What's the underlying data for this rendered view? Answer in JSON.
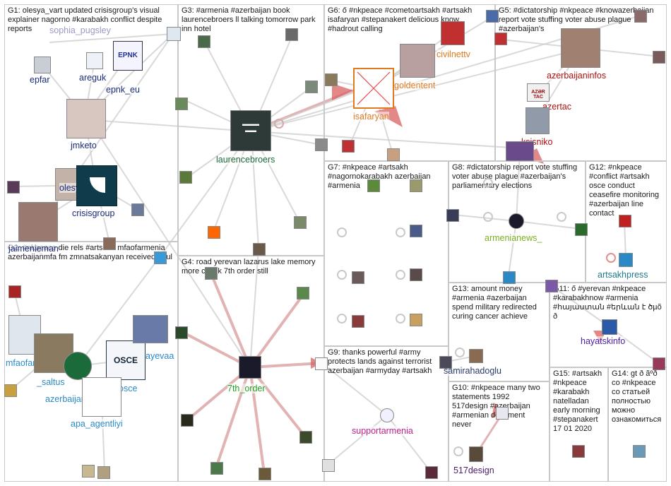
{
  "groups": [
    {
      "id": "G1",
      "text": "G1: olesya_vart updated crisisgroup's visual explainer nagorno #karabakh conflict despite reports"
    },
    {
      "id": "G3",
      "text": "G3: #armenia #azerbaijan book laurencebroers ll talking tomorrow park inn hotel"
    },
    {
      "id": "G6",
      "text": "G6: ő #nkpeace #cometoartsakh #artsakh isafaryan #stepanakert delicious know #hadrout calling"
    },
    {
      "id": "G5",
      "text": "G5: #dictatorship #nkpeace #knowazerbaijan report vote stuffing voter abuse plague #azerbaijan's"
    },
    {
      "id": "G7",
      "text": "G7: #nkpeace #artsakh #nagornokarabakh azerbaijan #armenia"
    },
    {
      "id": "G8",
      "text": "G8: #dictatorship report vote stuffing voter abuse plague #azerbaijan's parliamentary elections"
    },
    {
      "id": "G12",
      "text": "G12: #nkpeace #conflict #artsakh osce conduct ceasefire monitoring #azerbaijan line contact"
    },
    {
      "id": "G2",
      "text": "G2: #nkpeace die rels #artsakh mfaofarmenia azerbaijanmfa fm zmnatsakanyan received paul"
    },
    {
      "id": "G4",
      "text": "G4: road yerevan lazarus lake memory more check 7th order still"
    },
    {
      "id": "G13",
      "text": "G13: amount money #armenia #azerbaijan spend military redirected curing cancer achieve"
    },
    {
      "id": "G11",
      "text": "G11: ő #yerevan #nkpeace #karabakhnow #armenia #հայաստան #երևան է ծµõ ð"
    },
    {
      "id": "G9",
      "text": "G9: thanks powerful #army protects lands against terrorist azerbaijan #armyday #artsakh"
    },
    {
      "id": "G10",
      "text": "G10: #nkpeace many two statements 1992 517design #azerbaijan #armenian document never"
    },
    {
      "id": "G15",
      "text": "G15: #artsakh #nkpeace #karabakh natelladan early morning #stepanakert 17 01 2020"
    },
    {
      "id": "G14",
      "text": "G14: gt ð ãºð со #nkpeace со статьей полностью можно ознакомиться"
    }
  ],
  "nodes": [
    {
      "id": "sophia_pugsley",
      "label": "sophia_pugsley",
      "color": "#9a9ac8"
    },
    {
      "id": "epfar",
      "label": "epfar",
      "color": "#1a2a7a"
    },
    {
      "id": "areguk",
      "label": "areguk",
      "color": "#1a2a7a"
    },
    {
      "id": "epnk_eu",
      "label": "epnk_eu",
      "color": "#1a2a7a"
    },
    {
      "id": "jmketo",
      "label": "jmketo",
      "color": "#1a2a7a"
    },
    {
      "id": "crisisgroup",
      "label": "crisisgroup",
      "color": "#1a2a7a"
    },
    {
      "id": "olesya",
      "label": "olesya_vart",
      "color": "#1a2a7a"
    },
    {
      "id": "jaimenieman",
      "label": "jaimenieman",
      "color": "#1a2a7a"
    },
    {
      "id": "laurencebroers",
      "label": "laurencebroers",
      "color": "#1a6a3a"
    },
    {
      "id": "isafaryan",
      "label": "isafaryan",
      "color": "#e07a20"
    },
    {
      "id": "goldentent",
      "label": "goldentent",
      "color": "#e07a20"
    },
    {
      "id": "civilnettv",
      "label": "civilnettv",
      "color": "#e07a20"
    },
    {
      "id": "azerbaijaninfos",
      "label": "azerbaijaninfos",
      "color": "#b01010"
    },
    {
      "id": "azertac",
      "label": "azertac",
      "color": "#b01010"
    },
    {
      "id": "ksisniko",
      "label": "ksisniko",
      "color": "#b01010"
    },
    {
      "id": "armenianews",
      "label": "armenianews_",
      "color": "#7ab020"
    },
    {
      "id": "artsakhpress",
      "label": "artsakhpress",
      "color": "#207a8a"
    },
    {
      "id": "mfaofarmenia",
      "label": "mfaofarmenia",
      "color": "#2a8ac8"
    },
    {
      "id": "saltus",
      "label": "_saltus",
      "color": "#2a8ac8"
    },
    {
      "id": "azerbaijanmfa",
      "label": "azerbaijanmfa",
      "color": "#2a8ac8"
    },
    {
      "id": "osce",
      "label": "osce",
      "color": "#2a8ac8"
    },
    {
      "id": "ayevaa",
      "label": "ayevaa",
      "color": "#2a8ac8"
    },
    {
      "id": "apa_agentliyi",
      "label": "apa_agentliyi",
      "color": "#2a8ac8"
    },
    {
      "id": "seventh_order",
      "label": "7th_order",
      "color": "#20a020"
    },
    {
      "id": "samirahadoglu",
      "label": "samirahadoglu",
      "color": "#2a3a6a"
    },
    {
      "id": "hayatskinfo",
      "label": "hayatskinfo",
      "color": "#4a20a0"
    },
    {
      "id": "supportarmenia",
      "label": "supportarmenia",
      "color": "#c0208a"
    },
    {
      "id": "design517",
      "label": "517design",
      "color": "#4a1a6a"
    }
  ]
}
